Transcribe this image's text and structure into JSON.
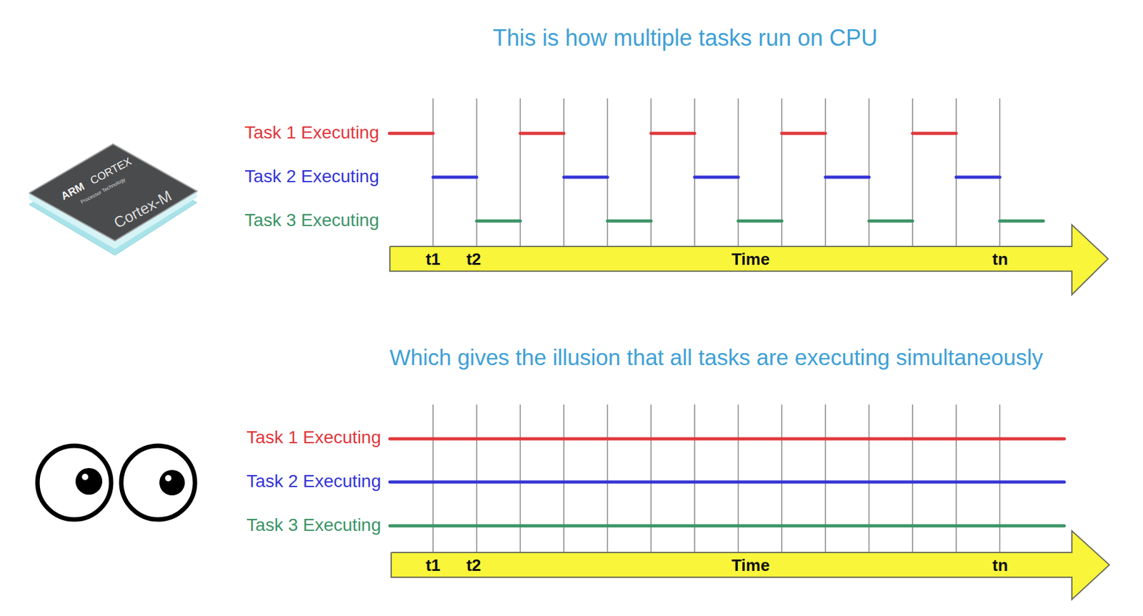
{
  "diagram": {
    "title": "This is how multiple tasks run on CPU",
    "labels": [
      "ARM",
      "CORTEX",
      "Processor Technology",
      "Cortex-M",
      "Task 1 Executing",
      "Task 2 Executing",
      "Task 3 Executing",
      "t1",
      "t2",
      "Time",
      "tn",
      "Which gives the illusion that all tasks are executing simultaneously",
      "Task 1 Executing",
      "Task 2 Executing",
      "Task 3 Executing",
      "t1",
      "t2",
      "Time",
      "tn"
    ]
  }
}
